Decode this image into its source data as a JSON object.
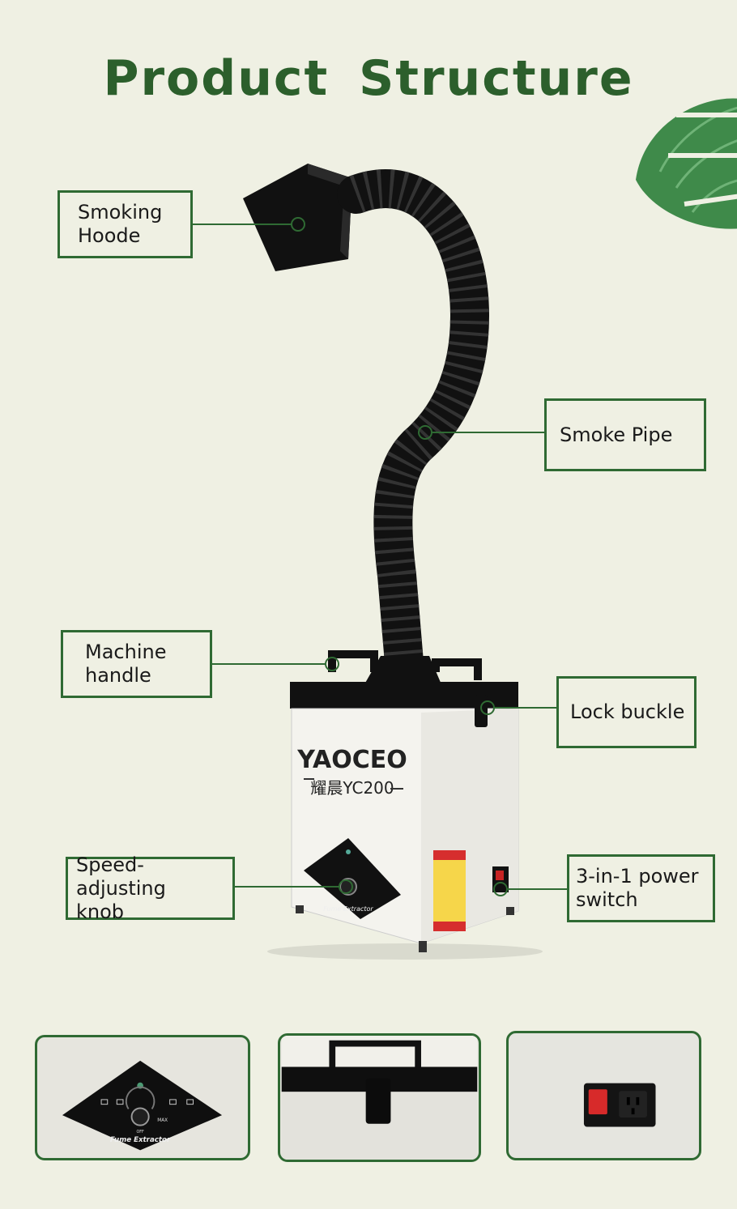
{
  "title": "Product  Structure",
  "labels": {
    "smoking_hoode": [
      "Smoking",
      "Hoode"
    ],
    "smoke_pipe": "Smoke  Pipe",
    "machine_handle": [
      "Machine",
      "handle"
    ],
    "lock_buckle": "Lock buckle",
    "speed_knob": [
      "Speed-adjusting",
      "knob"
    ],
    "power_switch": [
      "3-in-1 power",
      "switch"
    ]
  },
  "machine": {
    "brand": "YAOCEO",
    "model_line": "耀晨YC200",
    "panel_text": "Fume Extractor",
    "knob_max": "MAX",
    "knob_off": "OFF"
  },
  "colors": {
    "background": "#eff0e3",
    "accent_green": "#2f6a33",
    "title_green": "#2c5f2c"
  }
}
